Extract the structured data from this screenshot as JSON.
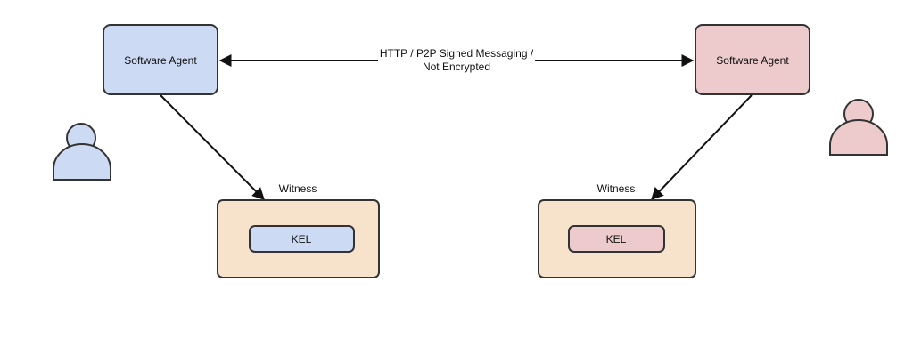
{
  "diagram": {
    "left_agent": {
      "label": "Software Agent"
    },
    "right_agent": {
      "label": "Software Agent"
    },
    "link_label": {
      "line1": "HTTP / P2P Signed Messaging /",
      "line2": "Not Encrypted"
    },
    "left_witness": {
      "title": "Witness",
      "kel_label": "KEL"
    },
    "right_witness": {
      "title": "Witness",
      "kel_label": "KEL"
    }
  },
  "colors": {
    "left_fill": "#ccdaf4",
    "right_fill": "#edcbcc",
    "witness_fill": "#f7e2cb",
    "stroke": "#333333"
  }
}
